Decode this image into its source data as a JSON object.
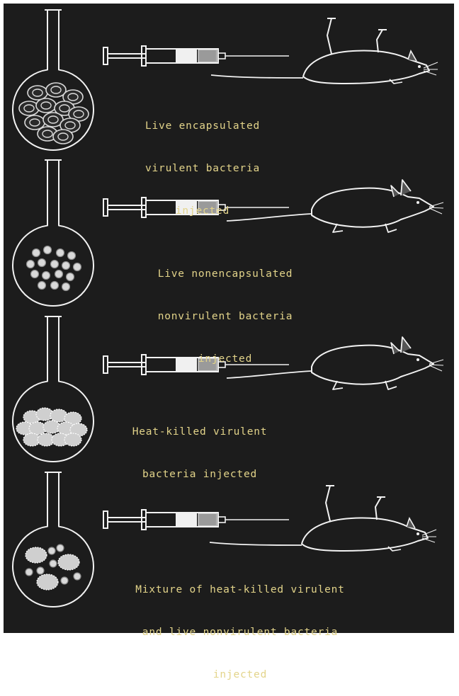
{
  "colors": {
    "background": "#1c1c1c",
    "line": "#f2f2f2",
    "caption": "#e3d48a",
    "cell": "#d9d9d9"
  },
  "experiments": [
    {
      "culture": "encapsulated",
      "mouse_state": "dead",
      "caption": [
        "Live encapsulated",
        "virulent bacteria",
        "injected"
      ]
    },
    {
      "culture": "nonencapsulated",
      "mouse_state": "alive",
      "caption": [
        "Live nonencapsulated",
        "nonvirulent bacteria",
        "injected"
      ]
    },
    {
      "culture": "heat-killed",
      "mouse_state": "alive",
      "caption": [
        "Heat-killed virulent",
        "bacteria injected"
      ]
    },
    {
      "culture": "mixture",
      "mouse_state": "dead",
      "caption": [
        "Mixture of heat-killed virulent",
        "and live nonvirulent bacteria",
        "injected"
      ]
    }
  ]
}
